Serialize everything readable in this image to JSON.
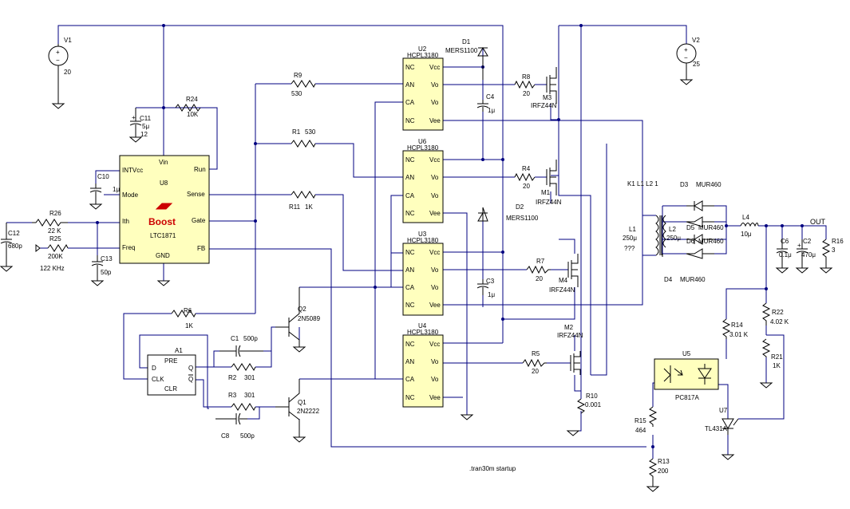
{
  "sources": {
    "v1": {
      "name": "V1",
      "value": "20"
    },
    "v2": {
      "name": "V2",
      "value": "25"
    }
  },
  "controller": {
    "ref": "U8",
    "brand": "Boost",
    "part": "LTC1871",
    "pins": {
      "vin": "Vin",
      "intvcc": "INTVcc",
      "mode": "Mode",
      "ith": "Ith",
      "freq": "Freq",
      "gnd": "GND",
      "run": "Run",
      "sense": "Sense",
      "gate": "Gate",
      "fb": "FB"
    }
  },
  "opto_drivers": [
    {
      "ref": "U2",
      "part": "HCPL3180"
    },
    {
      "ref": "U6",
      "part": "HCPL3180"
    },
    {
      "ref": "U3",
      "part": "HCPL3180"
    },
    {
      "ref": "U4",
      "part": "HCPL3180"
    }
  ],
  "opto_pins": {
    "nc": "NC",
    "an": "AN",
    "ca": "CA",
    "vcc": "Vcc",
    "vo": "Vo",
    "vee": "Vee"
  },
  "resistors": {
    "r24": {
      "name": "R24",
      "value": "10K"
    },
    "r26": {
      "name": "R26",
      "value": "22 K"
    },
    "r25": {
      "name": "R25",
      "value": "200K"
    },
    "r25_note": "122 KHz",
    "r9": {
      "name": "R9",
      "value": "530"
    },
    "r1": {
      "name": "R1",
      "value": "530"
    },
    "r11": {
      "name": "R11",
      "value": "1K"
    },
    "r6": {
      "name": "R6",
      "value": "1K"
    },
    "r2": {
      "name": "R2",
      "value": "301"
    },
    "r3": {
      "name": "R3",
      "value": "301"
    },
    "r8": {
      "name": "R8",
      "value": "20"
    },
    "r4": {
      "name": "R4",
      "value": "20"
    },
    "r7": {
      "name": "R7",
      "value": "20"
    },
    "r5": {
      "name": "R5",
      "value": "20"
    },
    "r10": {
      "name": "R10",
      "value": "0.001"
    },
    "r14": {
      "name": "R14",
      "value": "3.01 K"
    },
    "r15": {
      "name": "R15",
      "value": "464"
    },
    "r13": {
      "name": "R13",
      "value": "200"
    },
    "r22": {
      "name": "R22",
      "value": "4.02 K"
    },
    "r21": {
      "name": "R21",
      "value": "1K"
    },
    "r16": {
      "name": "R16",
      "value": "3"
    }
  },
  "capacitors": {
    "c11": {
      "name": "C11",
      "value": "5μ",
      "rating": "12"
    },
    "c10": {
      "name": "C10",
      "value": "1μ"
    },
    "c12": {
      "name": "C12",
      "value": "680p"
    },
    "c13": {
      "name": "C13",
      "value": "50p"
    },
    "c1": {
      "name": "C1",
      "value": "500p"
    },
    "c8": {
      "name": "C8",
      "value": "500p"
    },
    "c4": {
      "name": "C4",
      "value": "1μ"
    },
    "c3": {
      "name": "C3",
      "value": "1μ"
    },
    "c6": {
      "name": "C6",
      "value": "0.1μ"
    },
    "c2": {
      "name": "C2",
      "value": "470μ"
    }
  },
  "diodes": {
    "d1": {
      "name": "D1",
      "value": "MERS1100"
    },
    "d2": {
      "name": "D2",
      "value": "MERS1100"
    },
    "d3": {
      "name": "D3",
      "value": "MUR460"
    },
    "d5": {
      "name": "D5",
      "value": "MUR460"
    },
    "d6": {
      "name": "D6",
      "value": "MUR460"
    },
    "d4": {
      "name": "D4",
      "value": "MUR460"
    }
  },
  "mosfets": {
    "m3": {
      "name": "M3",
      "value": "IRFZ44N"
    },
    "m1": {
      "name": "M1",
      "value": "IRFZ44N"
    },
    "m4": {
      "name": "M4",
      "value": "IRFZ44N"
    },
    "m2": {
      "name": "M2",
      "value": "IRFZ44N"
    }
  },
  "transistors": {
    "q2": {
      "name": "Q2",
      "value": "2N5089"
    },
    "q1": {
      "name": "Q1",
      "value": "2N2222"
    }
  },
  "flipflop": {
    "name": "A1",
    "pre": "PRE",
    "clr": "CLR",
    "d": "D",
    "clk": "CLK",
    "q": "Q",
    "qbar": "Q"
  },
  "transformer": {
    "coupling": "K1  L1  L2  1",
    "l1": {
      "name": "L1",
      "value": "250μ",
      "note": "???"
    },
    "l2": {
      "name": "L2",
      "value": "250μ"
    }
  },
  "inductor_l4": {
    "name": "L4",
    "value": "10μ"
  },
  "output_label": "OUT",
  "optocoupler": {
    "ref": "U5",
    "part": "PC817A"
  },
  "shunt_ref": {
    "ref": "U7",
    "part": "TL431A"
  },
  "sim_directive": ".tran30m startup",
  "colors": {
    "wire": "#000080",
    "component": "#000000",
    "ic_fill": "#ffffbe",
    "logo": "#cc0000"
  }
}
